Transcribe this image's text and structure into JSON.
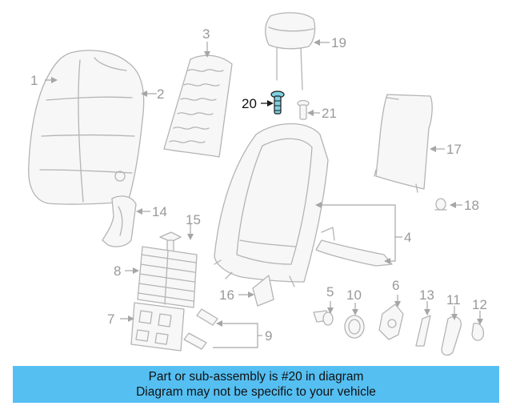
{
  "callouts": [
    "1",
    "2",
    "3",
    "4",
    "5",
    "6",
    "7",
    "8",
    "9",
    "10",
    "11",
    "12",
    "13",
    "14",
    "15",
    "16",
    "17",
    "18",
    "19",
    "20",
    "21"
  ],
  "highlighted_part": "20",
  "footer": {
    "line1": "Part or sub-assembly is #20 in diagram",
    "line2": "Diagram may not be specific to your vehicle"
  },
  "colors": {
    "banner": "#55bff2",
    "highlight": "#7fd0e2",
    "part_stroke": "#b4b4b4"
  }
}
